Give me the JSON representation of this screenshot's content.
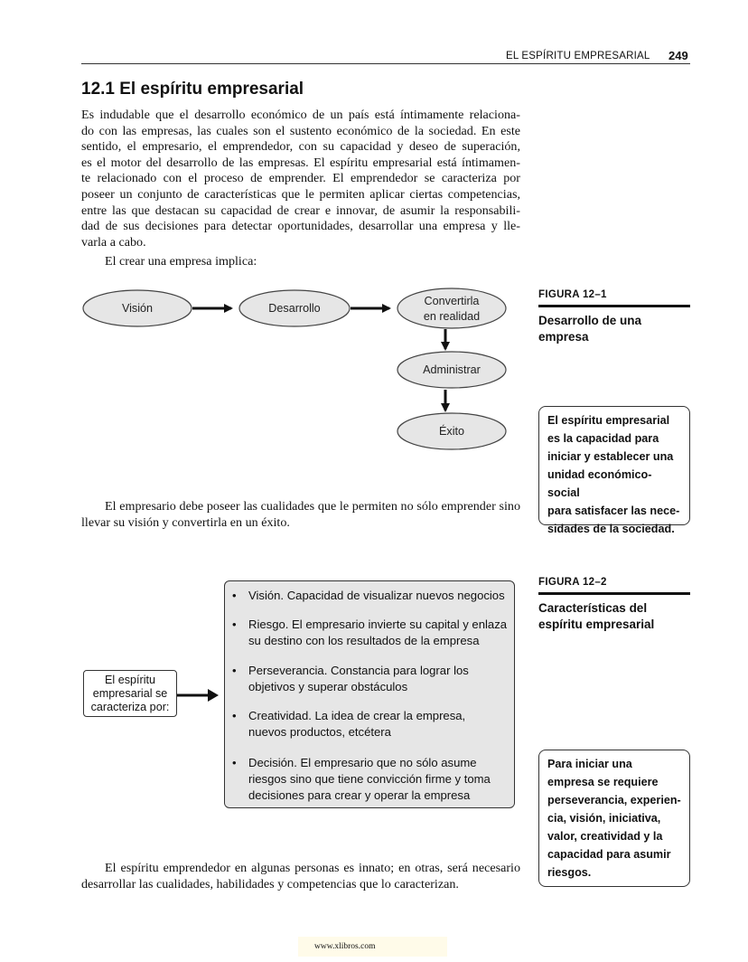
{
  "header": {
    "running_head": "EL ESPÍRITU EMPRESARIAL",
    "page_number": "249"
  },
  "section_title": "12.1 El espíritu empresarial",
  "paragraphs": {
    "p1_lines": [
      "Es indudable que el desarrollo económico de un país está íntimamente relaciona-",
      "do con las empresas, las cuales son el sustento económico de la sociedad. En este",
      "sentido, el empresario, el emprendedor, con su capacidad y deseo de superación,",
      "es el motor del desarrollo de las empresas. El espíritu empresarial está íntimamen-",
      "te relacionado con el proceso de emprender. El emprendedor se caracteriza por",
      "poseer un conjunto de características que le permiten aplicar ciertas competencias,",
      "entre las que destacan su capacidad de crear e innovar, de asumir la responsabili-",
      "dad de sus decisiones para detectar oportunidades, desarrollar una empresa y lle-",
      "varla a cabo."
    ],
    "p2": "El crear una empresa implica:",
    "p3": "El empresario debe poseer las cualidades que le permiten no sólo emprender sino llevar su visión y convertirla en un éxito.",
    "p4": "El espíritu emprendedor en algunas personas es innato; en otras, será necesario desarrollar las cualidades, habilidades y competencias que lo caracterizan."
  },
  "figure1": {
    "label": "FIGURA 12–1",
    "title": "Desarrollo de una empresa",
    "nodes": {
      "vision": "Visión",
      "desarrollo": "Desarrollo",
      "convertirla_line1": "Convertirla",
      "convertirla_line2": "en realidad",
      "administrar": "Administrar",
      "exito": "Éxito"
    }
  },
  "callout1": "El espíritu empresarial es la capacidad para iniciar y establecer una unidad económico-social para satisfacer las necesidades de la sociedad.",
  "callout1_lines": [
    "El espíritu empresarial",
    "es la capacidad para",
    "iniciar y establecer una",
    "unidad económico-social",
    "para satisfacer las nece-",
    "sidades de la sociedad."
  ],
  "figure2": {
    "label": "FIGURA 12–2",
    "title": "Características del espíritu empresarial",
    "source_lines": [
      "El espíritu",
      "empresarial se",
      "caracteriza por:"
    ],
    "bullets": [
      [
        "Visión. Capacidad de visualizar nuevos negocios"
      ],
      [
        "Riesgo. El empresario invierte su capital y enlaza",
        "su destino con los resultados de la empresa"
      ],
      [
        "Perseverancia. Constancia para lograr los",
        "objetivos y superar obstáculos"
      ],
      [
        "Creatividad. La idea de crear la empresa,",
        "nuevos productos, etcétera"
      ],
      [
        "Decisión. El empresario que no sólo asume",
        "riesgos sino que tiene convicción firme y toma",
        "decisiones para crear y operar la empresa"
      ]
    ]
  },
  "callout2_lines": [
    "Para iniciar una",
    "empresa se requiere",
    "perseverancia, experien-",
    "cia, visión, iniciativa,",
    "valor, creatividad y la",
    "capacidad para asumir",
    "riesgos."
  ],
  "footer": {
    "url": "www.xlibros.com"
  }
}
